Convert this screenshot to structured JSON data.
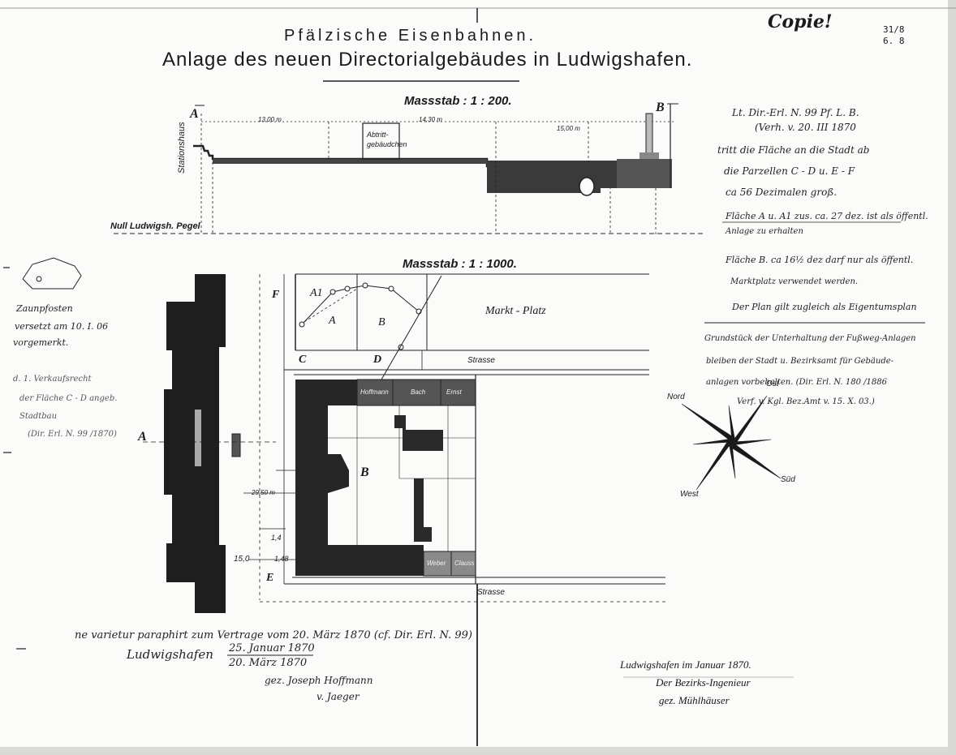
{
  "header": {
    "title_line1": "Pfälzische Eisenbahnen.",
    "title_line2": "Anlage des neuen Directorialgebäudes in Ludwigshafen.",
    "copy_mark": "Copie!",
    "archive_ref_1": "31/8",
    "archive_ref_2": "6. 8"
  },
  "section_profile": {
    "scale_label": "Massstab : 1 : 200.",
    "datum_label": "Null Ludwigsh. Pegel",
    "building_label": "Abtritt-\ngebäudchen",
    "station_label": "Stationshaus",
    "marker_left": "A",
    "marker_right": "B",
    "dim_1": "13,00 m",
    "dim_2": "14,30 m",
    "dim_3": "15,00 m"
  },
  "plan": {
    "scale_label": "Massstab : 1 : 1000.",
    "square_label": "Markt - Platz",
    "street_top": "Strasse",
    "street_bottom": "Strasse",
    "letters": {
      "F": "F",
      "E": "E",
      "A": "A",
      "B": "B",
      "C": "C",
      "D": "D",
      "A1": "A1",
      "plan_B": "B",
      "left_A": "A"
    },
    "owners": {
      "hoffmann": "Hoffmann",
      "bach": "Bach",
      "ernst": "Ernst",
      "weber": "Weber",
      "clauss": "Clauss"
    },
    "dim_2950": "29,50 m",
    "dim_150": "15,0",
    "dim_148": "1,48",
    "dim_14": "1,4"
  },
  "compass": {
    "north": "Nord",
    "south": "Süd",
    "east": "Ost",
    "west": "West"
  },
  "notes_right": {
    "line1": "Lt. Dir.-Erl. N. 99 Pf. L. B.",
    "line2": "(Verh. v. 20. III 1870",
    "line3": "tritt die Fläche an die Stadt ab",
    "line4": "die Parzellen C - D u. E - F",
    "line5": "ca 56 Dezimalen groß.",
    "line6": "Fläche A u. A1 zus. ca. 27 dez. ist als öffentl.",
    "line7": "Anlage zu erhalten",
    "line8": "Fläche B. ca 16½ dez darf nur als öffentl.",
    "line9": "Marktplatz verwendet werden.",
    "line10": "Der Plan gilt zugleich als Eigentumsplan",
    "line11": "Grundstück der Unterhaltung der Fußweg-Anlagen",
    "line12": "bleiben der Stadt u. Bezirksamt für Gebäude-",
    "line13": "anlagen vorbehalten. (Dir. Erl. N. 180 /1886",
    "line14": "Verf. v. Kgl. Bez.Amt v. 15. X. 03.)"
  },
  "notes_left": {
    "line1": "Zaunpfosten",
    "line2": "versetzt am 10. I. 06",
    "line3": "vorgemerkt.",
    "line4": "d. 1. Verkaufsrecht",
    "line5": "der Fläche C - D angeb.",
    "line6": "Stadtbau",
    "line7": "(Dir. Erl. N. 99 /1870)"
  },
  "footer": {
    "left_line1": "ne varietur paraphirt zum Vertrage vom 20. März 1870 (cf. Dir. Erl. N. 99)",
    "left_line2_place": "Ludwigshafen",
    "left_line2_date": "25. Januar 1870",
    "left_line3_date": "20. März 1870",
    "sig1": "gez. Joseph Hoffmann",
    "sig2": "v. Jaeger",
    "right_line1": "Ludwigshafen im Januar 1870.",
    "right_line2": "Der Bezirks-Ingenieur",
    "right_line3": "gez. Mühlhäuser"
  }
}
